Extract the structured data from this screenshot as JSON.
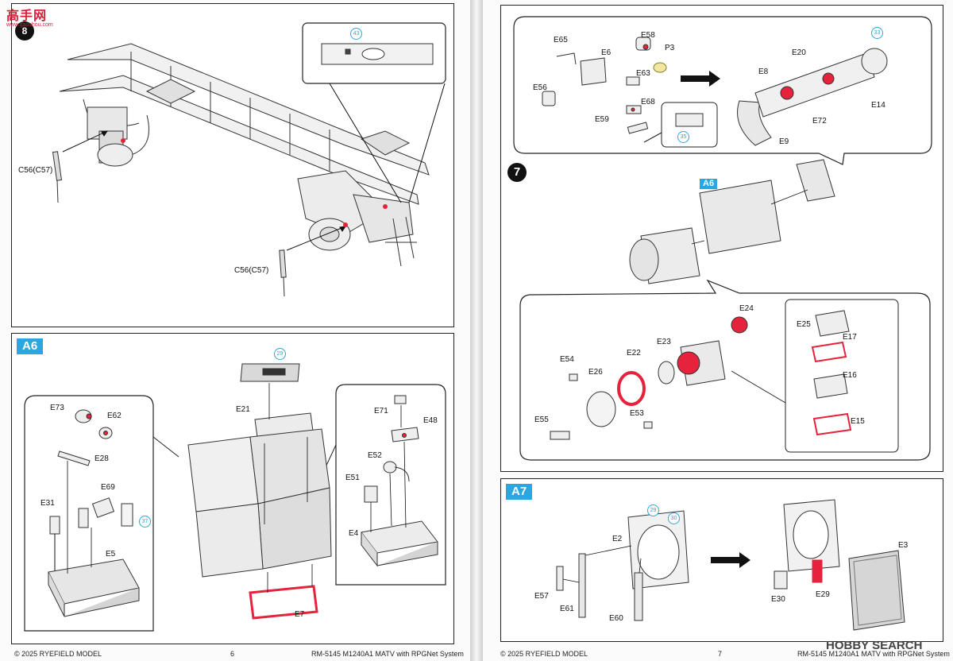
{
  "watermark": {
    "brand": "高手网",
    "url": "www.gaoshou.com"
  },
  "left_page": {
    "step8": {
      "labels": [
        "C56(C57)",
        "C56(C57)"
      ],
      "badge": "43"
    },
    "a6": {
      "tag": "A6",
      "labels": {
        "e73": "E73",
        "e62": "E62",
        "e28": "E28",
        "e69": "E69",
        "e31": "E31",
        "e5": "E5",
        "e21": "E21",
        "e7": "E7",
        "e71": "E71",
        "e48": "E48",
        "e52": "E52",
        "e51": "E51",
        "e4": "E4"
      },
      "badge_29": "29",
      "badge_37": "37"
    },
    "footer": {
      "copyright": "© 2025 RYEFIELD MODEL",
      "page_number": "6",
      "product": "RM-5145 M1240A1 MATV with RPGNet System"
    }
  },
  "right_page": {
    "top": {
      "labels": {
        "e65": "E65",
        "e6": "E6",
        "e58": "E58",
        "p3": "P3",
        "e63": "E63",
        "e56": "E56",
        "e68": "E68",
        "e59": "E59",
        "e20": "E20",
        "e8": "E8",
        "e72": "E72",
        "e14": "E14",
        "e9": "E9"
      },
      "badge_33": "33",
      "badge_35": "35"
    },
    "step7": {
      "number": "7",
      "tag": "A6",
      "labels": {
        "e24": "E24",
        "e25": "E25",
        "e17": "E17",
        "e16": "E16",
        "e15": "E15",
        "e22": "E22",
        "e23": "E23",
        "e54": "E54",
        "e26": "E26",
        "e53": "E53",
        "e55": "E55"
      }
    },
    "a7": {
      "tag": "A7",
      "labels": {
        "e2": "E2",
        "e3": "E3",
        "e57": "E57",
        "e61": "E61",
        "e60": "E60",
        "e30": "E30",
        "e29": "E29"
      },
      "badge_29": "29",
      "badge_30": "30"
    },
    "footer": {
      "copyright": "© 2025 RYEFIELD MODEL",
      "page_number": "7",
      "product": "RM-5145 M1240A1 MATV with RPGNet System"
    }
  },
  "site_watermark": "HOBBY SEARCH",
  "colors": {
    "accent_blue": "#2aa7e0",
    "highlight_red": "#e5233c",
    "line": "#222222"
  }
}
